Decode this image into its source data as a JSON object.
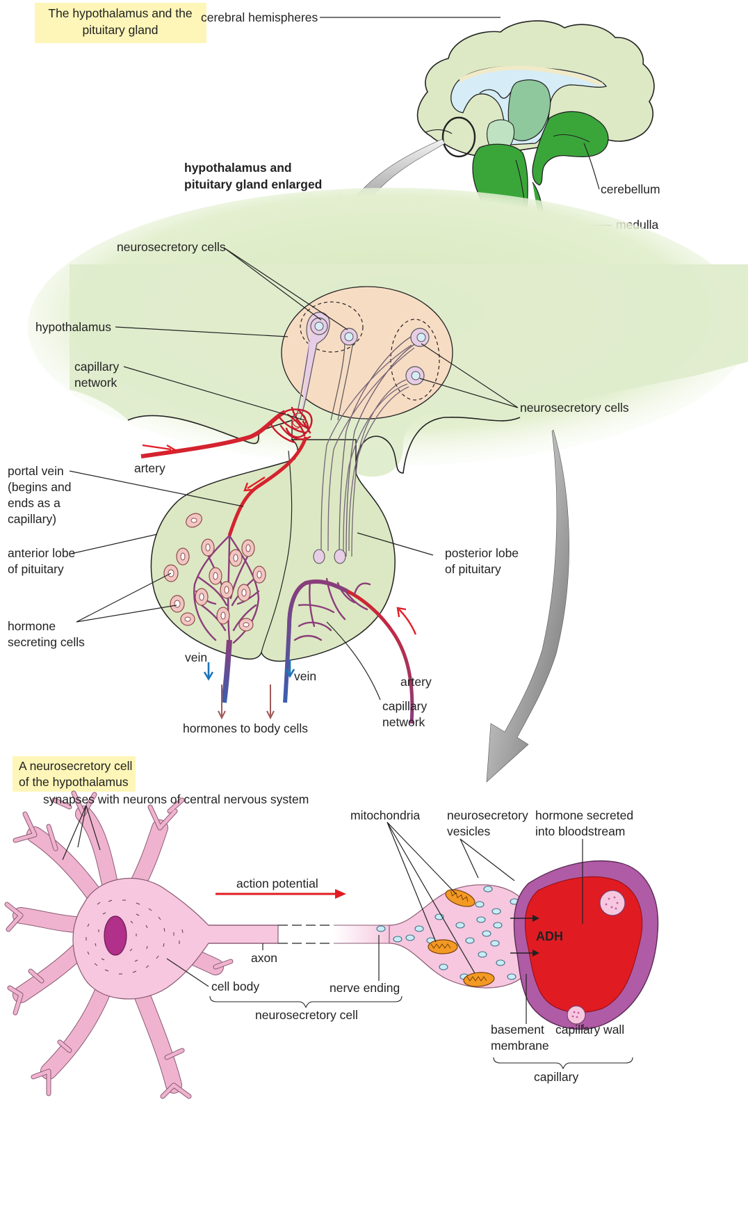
{
  "top_box_title": "The hypothalamus and the pituitary gland",
  "top_box_lines": [
    "The hypothalamus and the",
    "pituitary gland"
  ],
  "brain_labels": {
    "cerebral_hemispheres": "cerebral hemispheres",
    "cerebellum": "cerebellum",
    "medulla": "medulla"
  },
  "enlarged_title": [
    "hypothalamus and",
    "pituitary gland enlarged"
  ],
  "middle_labels": {
    "neurosecretory_cells_top": "neurosecretory cells",
    "hypothalamus": "hypothalamus",
    "capillary_network_top": [
      "capillary",
      "network"
    ],
    "neurosecretory_cells_right": "neurosecretory cells",
    "artery_left": "artery",
    "portal_vein": [
      "portal vein",
      "(begins and",
      "ends as a",
      "capillary)"
    ],
    "anterior_lobe": [
      "anterior lobe",
      "of pituitary"
    ],
    "posterior_lobe": [
      "posterior lobe",
      "of pituitary"
    ],
    "hormone_secreting_cells": [
      "hormone",
      "secreting cells"
    ],
    "vein_left": "vein",
    "vein_right": "vein",
    "artery_right": "artery",
    "capillary_network_bottom": [
      "capillary",
      "network"
    ],
    "hormones_to_body_cells": "hormones to body cells"
  },
  "bottom_box_lines": [
    "A neurosecretory cell",
    "of the hypothalamus"
  ],
  "bottom_labels": {
    "synapses": "synapses with neurons of central nervous system",
    "mitochondria": "mitochondria",
    "neurosecretory_vesicles": [
      "neurosecretory",
      "vesicles"
    ],
    "hormone_secreted": [
      "hormone secreted",
      "into bloodstream"
    ],
    "action_potential": "action potential",
    "adh": "ADH",
    "axon": "axon",
    "cell_body": "cell body",
    "nerve_ending": "nerve ending",
    "neurosecretory_cell": "neurosecretory cell",
    "basement_membrane": [
      "basement",
      "membrane"
    ],
    "capillary_wall": "capillary wall",
    "capillary": "capillary"
  },
  "colors": {
    "label_box": "#fdf6b8",
    "brain_light_green": "#dde9c5",
    "brain_dark_green": "#3aa63a",
    "ventricle_blue": "#d6ecf6",
    "hypothalamus_peach": "#f7dcc4",
    "artery_red": "#d4232f",
    "vein_blue": "#1b75bb",
    "neuron_pink": "#f6c7de",
    "blood_red": "#e11b22",
    "capillary_wall_purple": "#b05ba5"
  }
}
